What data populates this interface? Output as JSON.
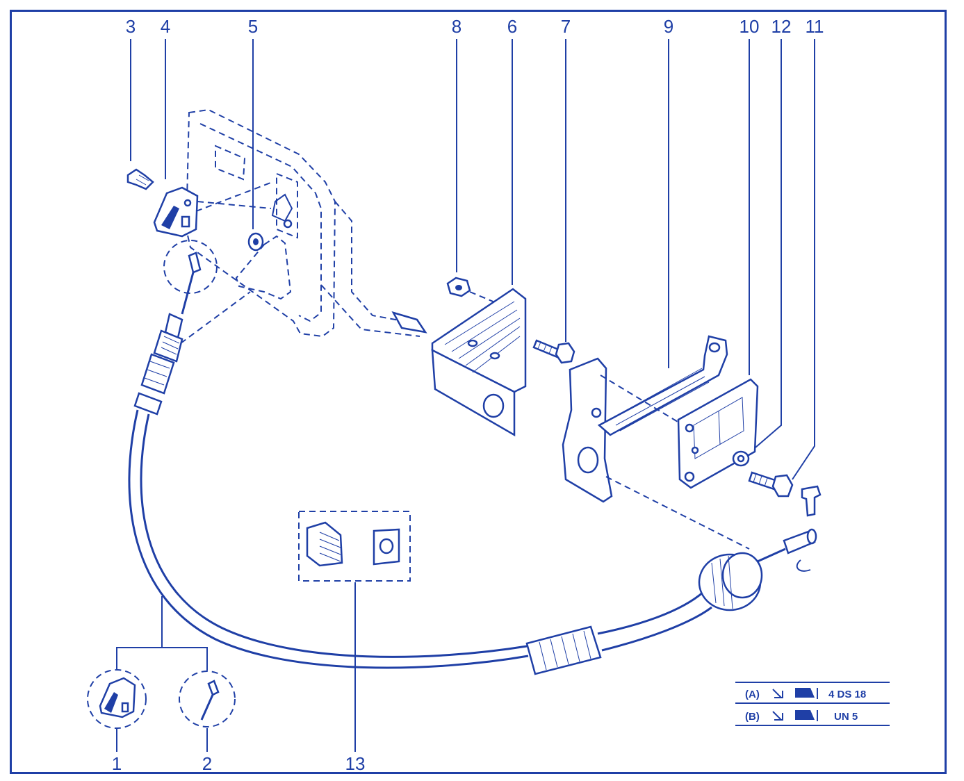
{
  "callouts": [
    {
      "id": "c1",
      "text": "1"
    },
    {
      "id": "c2",
      "text": "2"
    },
    {
      "id": "c3",
      "text": "3"
    },
    {
      "id": "c4",
      "text": "4"
    },
    {
      "id": "c5",
      "text": "5"
    },
    {
      "id": "c6",
      "text": "6"
    },
    {
      "id": "c7",
      "text": "7"
    },
    {
      "id": "c8",
      "text": "8"
    },
    {
      "id": "c9",
      "text": "9"
    },
    {
      "id": "c10",
      "text": "10"
    },
    {
      "id": "c11",
      "text": "11"
    },
    {
      "id": "c12",
      "text": "12"
    },
    {
      "id": "c13",
      "text": "13"
    }
  ],
  "legend": {
    "rows": [
      {
        "key": "(A)",
        "spec": "4 DS 18"
      },
      {
        "key": "(B)",
        "spec": "UN 5"
      }
    ]
  },
  "colors": {
    "ink": "#1f3fa6",
    "background": "#ffffff"
  }
}
